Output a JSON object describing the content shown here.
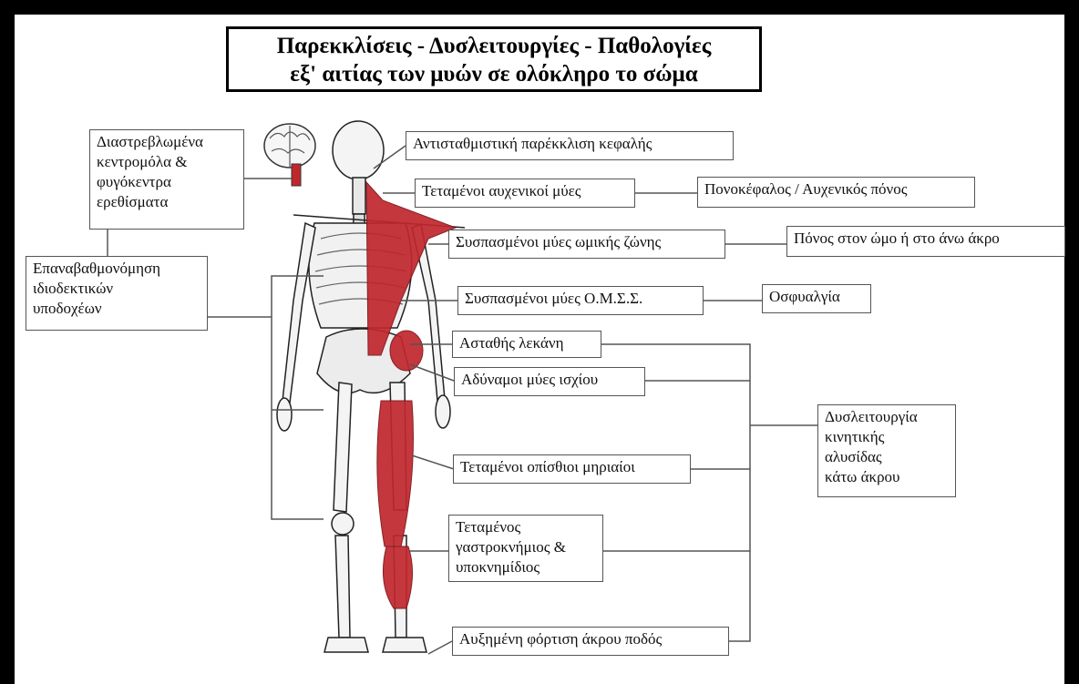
{
  "title": {
    "line1": "Παρεκκλίσεις - Δυσλειτουργίες - Παθολογίες",
    "line2": "εξ' αιτίας των μυών σε ολόκληρο το σώμα"
  },
  "labels": {
    "head": "Αντισταθμιστική παρέκκλιση κεφαλής",
    "neck": "Τεταμένοι αυχενικοί μύες",
    "headache": "Πονοκέφαλος / Αυχενικός πόνος",
    "shoulder_girdle": "Συσπασμένοι μύες ωμικής ζώνης",
    "shoulder_pain": "Πόνος στον ώμο ή στο άνω άκρο",
    "lumbar": "Συσπασμένοι μύες Ο.Μ.Σ.Σ.",
    "low_back_pain": "Οσφυαλγία",
    "pelvis": "Ασταθής λεκάνη",
    "hip": "Αδύναμοι μύες ισχίου",
    "hamstrings": "Τεταμένοι οπίσθιοι μηριαίοι",
    "calf": [
      "Τεταμένος",
      "γαστροκνήμιος &",
      "υποκνημίδιος"
    ],
    "foot": "Αυξημένη φόρτιση άκρου ποδός",
    "kinetic_chain": [
      "Δυσλειτουργία",
      "κινητικής",
      "αλυσίδας",
      "κάτω άκρου"
    ],
    "brain": [
      "Διαστρεβλωμένα",
      "κεντρομόλα &",
      "φυγόκεντρα",
      "ερεθίσματα"
    ],
    "proprio": [
      "Επαναβαθμονόμηση",
      "ιδιοδεκτικών",
      "υποδοχέων"
    ]
  },
  "colors": {
    "muscle": "#c0272d",
    "bone": "#f4f4f4",
    "line": "#555555",
    "frame": "#000000"
  }
}
